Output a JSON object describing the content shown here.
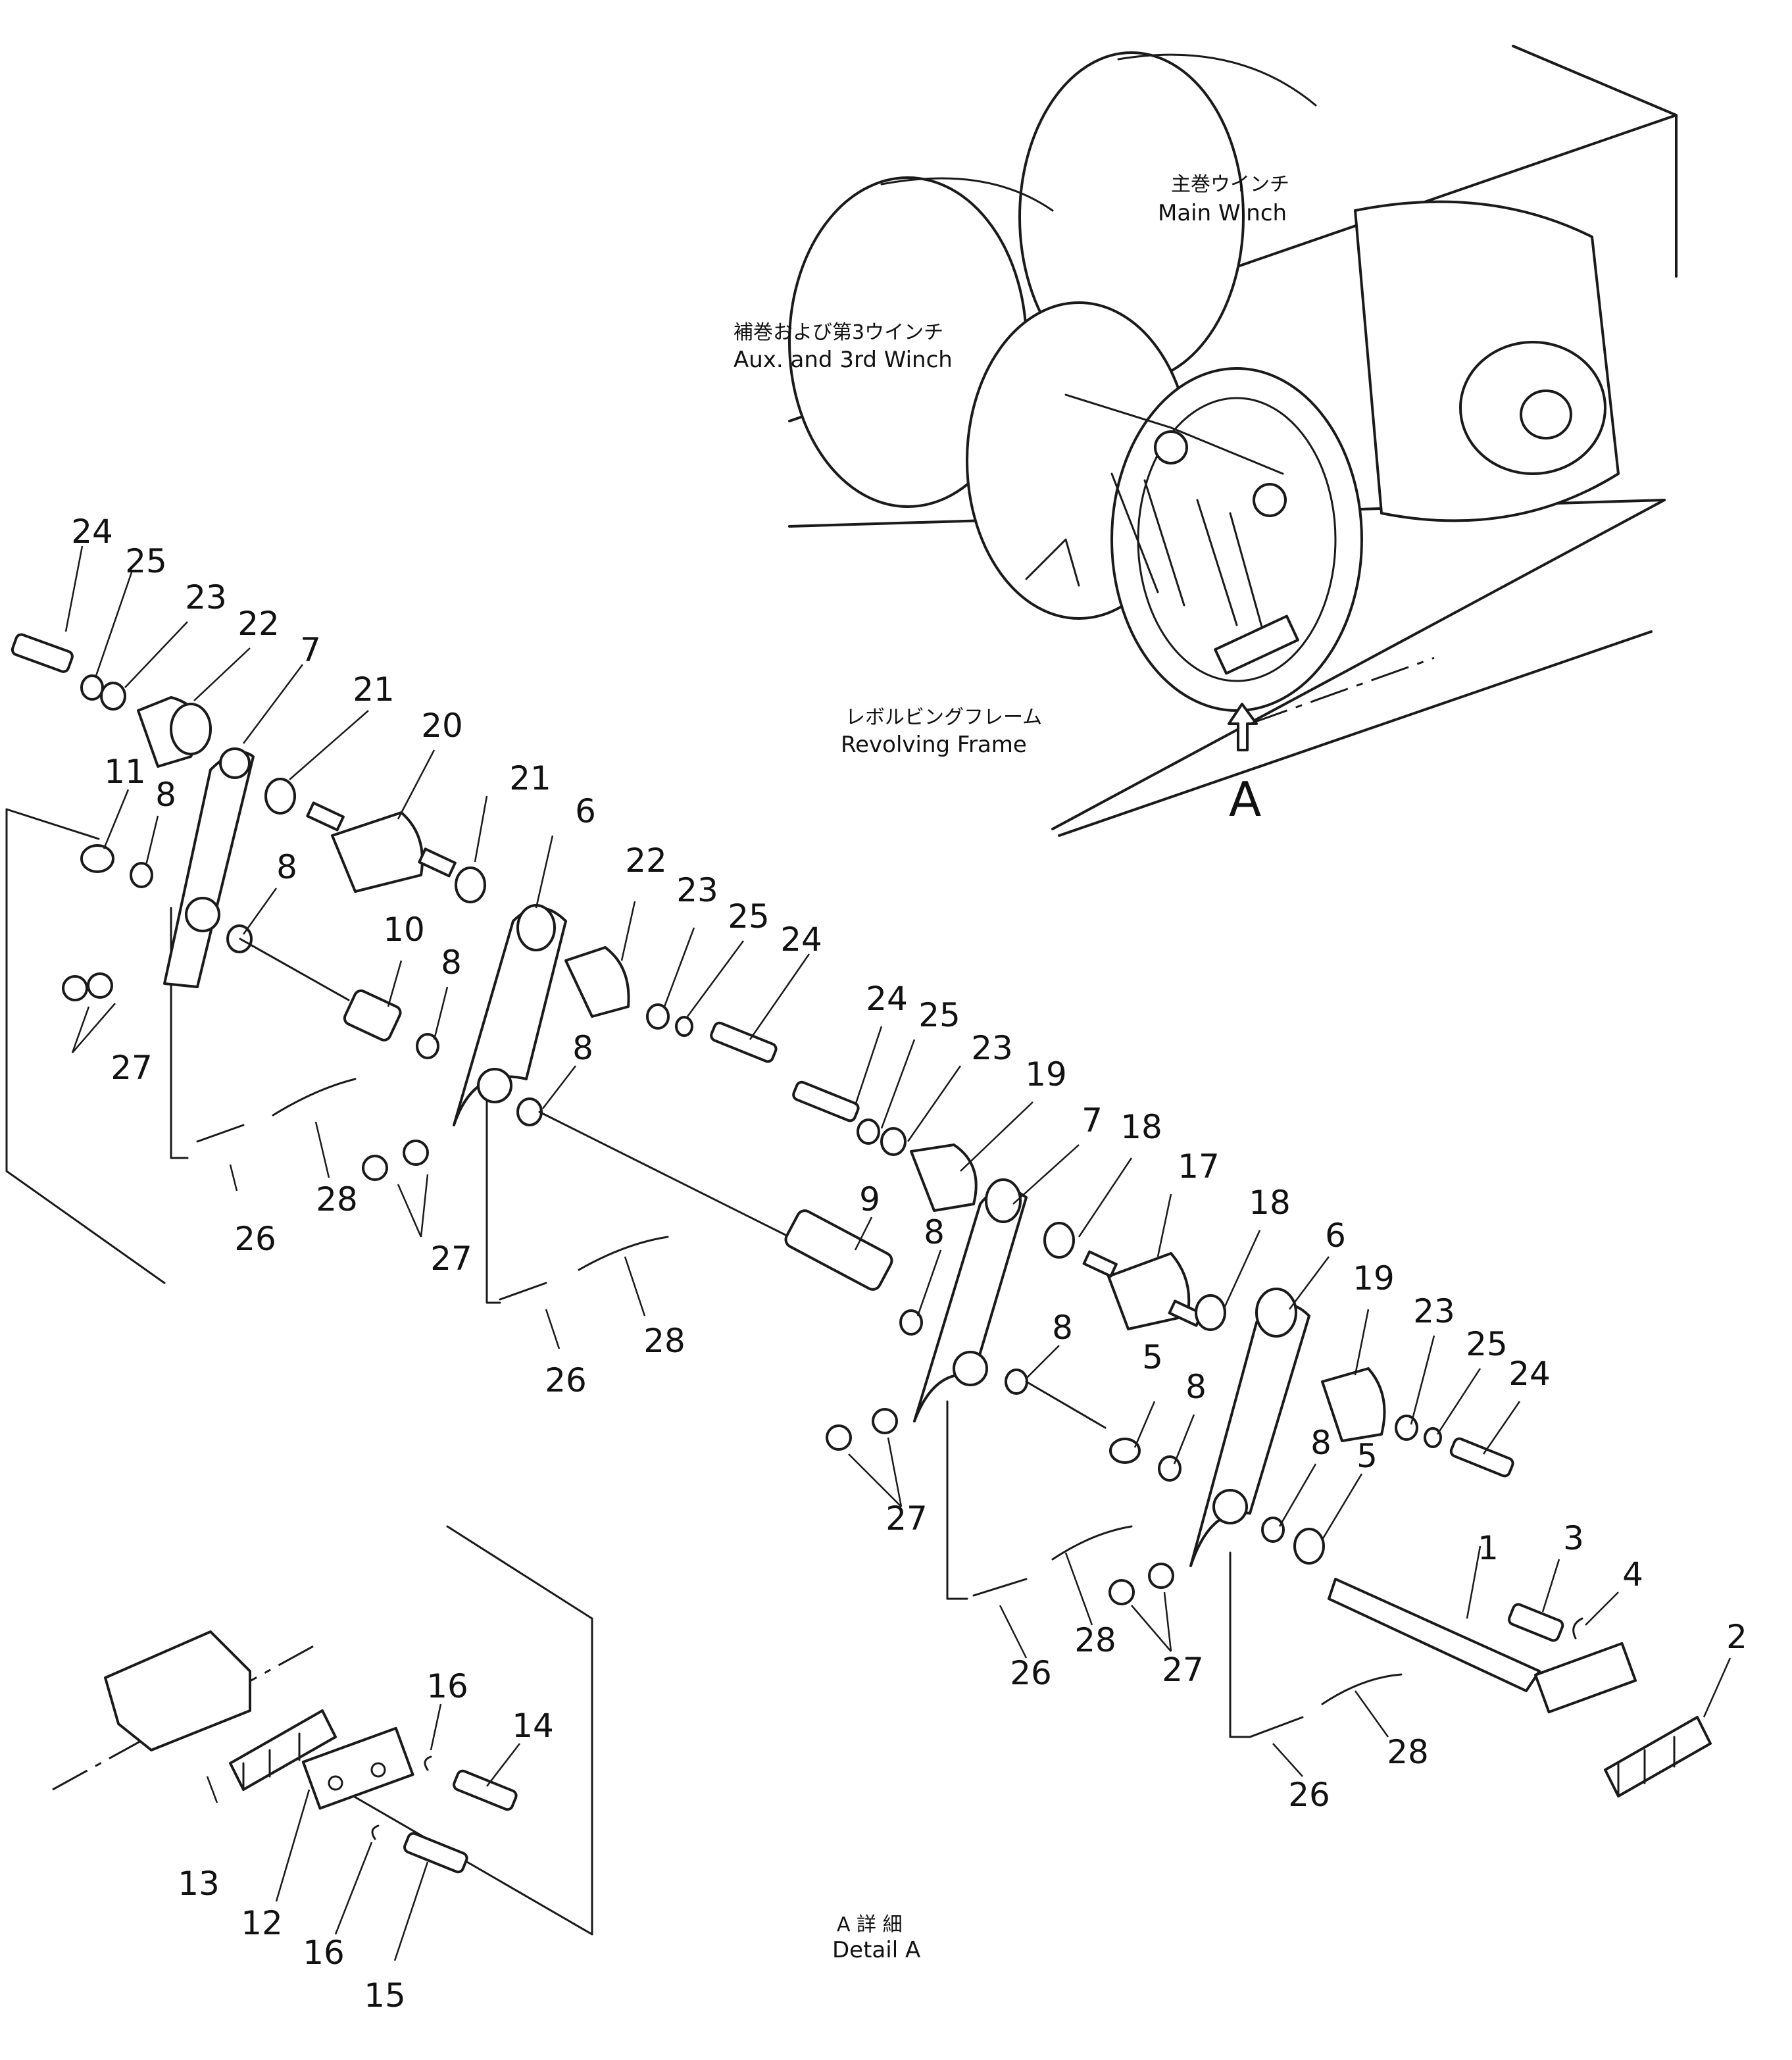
{
  "labels": {
    "main_winch_jp": "主巻ウインチ",
    "main_winch_en": "Main  Winch",
    "aux_winch_jp": "補巻および第3ウインチ",
    "aux_winch_en": "Aux. and  3rd  Winch",
    "frame_jp": "レボルビングフレーム",
    "frame_en": "Revolving  Frame",
    "view_arrow": "A",
    "detail_jp": "A  詳 細",
    "detail_en": "Detail  A"
  },
  "callouts": [
    "24",
    "25",
    "23",
    "22",
    "7",
    "21",
    "20",
    "11",
    "8",
    "8",
    "21",
    "6",
    "10",
    "8",
    "22",
    "23",
    "25",
    "24",
    "27",
    "26",
    "28",
    "8",
    "27",
    "26",
    "28",
    "24",
    "25",
    "23",
    "19",
    "7",
    "18",
    "17",
    "18",
    "9",
    "8",
    "8",
    "6",
    "5",
    "8",
    "19",
    "23",
    "25",
    "24",
    "8",
    "5",
    "27",
    "26",
    "28",
    "27",
    "1",
    "3",
    "4",
    "2",
    "26",
    "28",
    "16",
    "14",
    "13",
    "12",
    "16",
    "15"
  ],
  "colors": {
    "ink": "#1a1a1a",
    "paper": "#ffffff"
  }
}
